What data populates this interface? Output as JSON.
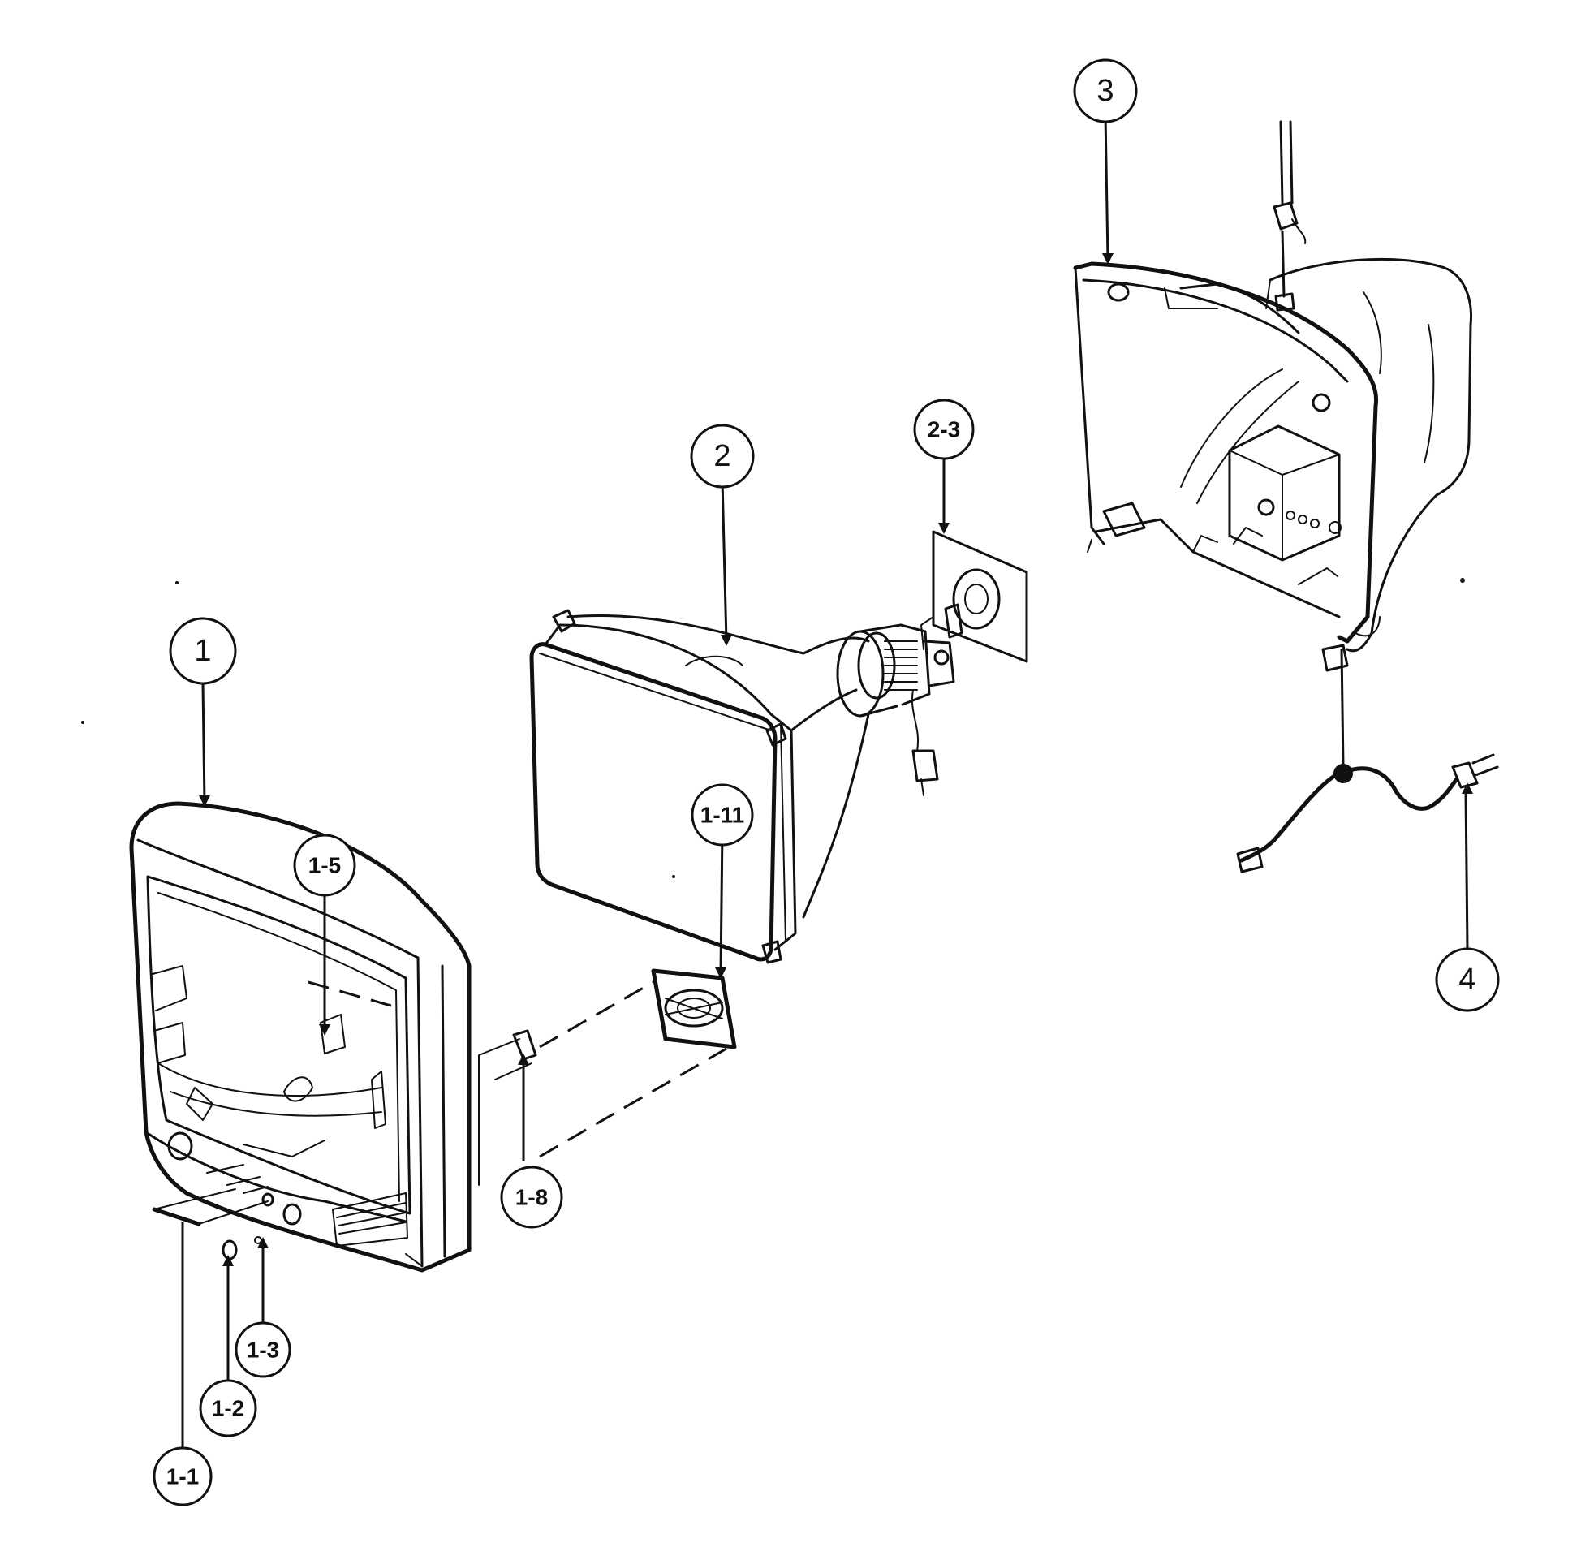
{
  "callouts": {
    "c1": "1",
    "c1_1": "1-1",
    "c1_2": "1-2",
    "c1_3": "1-3",
    "c1_5": "1-5",
    "c1_8": "1-8",
    "c1_11": "1-11",
    "c2": "2",
    "c2_3": "2-3",
    "c3": "3",
    "c4": "4"
  },
  "colors": {
    "line": "#111111",
    "background": "#ffffff"
  }
}
